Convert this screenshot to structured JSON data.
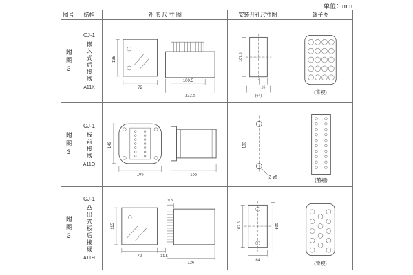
{
  "unit_label": "单位：mm",
  "header": {
    "figure": "图号",
    "structure": "结构",
    "outline": "外 形 尺 寸 图",
    "mounting": "安装开孔尺寸图",
    "terminal": "端子图"
  },
  "rows": [
    {
      "figure": "附图3",
      "model": "CJ-1",
      "structure": "嵌入式后接线",
      "code": "A11K",
      "outline": {
        "height": "135",
        "width": "72",
        "inner": "100.5",
        "outer": "122.5"
      },
      "mount": {
        "height": "107.5",
        "w1": "16",
        "w2": "(64)"
      },
      "terminal_view": "(背视)"
    },
    {
      "figure": "附图3",
      "model": "CJ-1",
      "structure": "板前接线",
      "code": "A11Q",
      "outline": {
        "height": "149",
        "width": "105",
        "length": "156"
      },
      "mount": {
        "height": "133",
        "holes": "2-φ5"
      },
      "terminal_view": "(前视)"
    },
    {
      "figure": "附图3",
      "model": "CJ-1",
      "structure": "凸出式板后接线",
      "code": "A11H",
      "outline": {
        "height": "115",
        "width": "72",
        "offset": "31.5",
        "pin": "9.5",
        "length": "126"
      },
      "mount": {
        "h1": "107.5",
        "h2": "124",
        "width": "64"
      },
      "terminal_view": "(背视)"
    }
  ]
}
